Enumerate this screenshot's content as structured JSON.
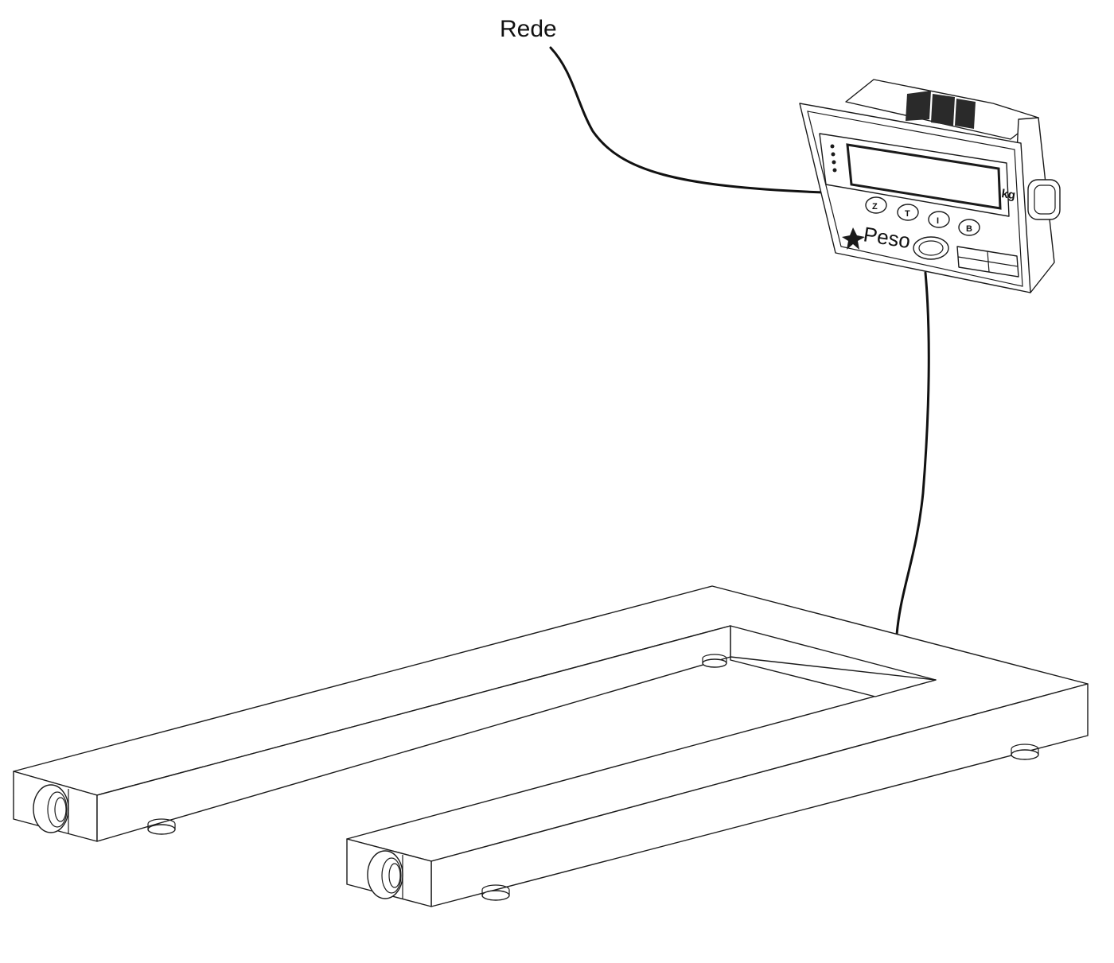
{
  "labels": {
    "network_cable": "Rede"
  },
  "indicator": {
    "brand_logo_text": "Peso",
    "header_text": "",
    "unit": "kg",
    "keys": [
      "Z",
      "T",
      "I",
      "B"
    ]
  },
  "colors": {
    "line": "#1a1a1a",
    "background": "#ffffff"
  }
}
